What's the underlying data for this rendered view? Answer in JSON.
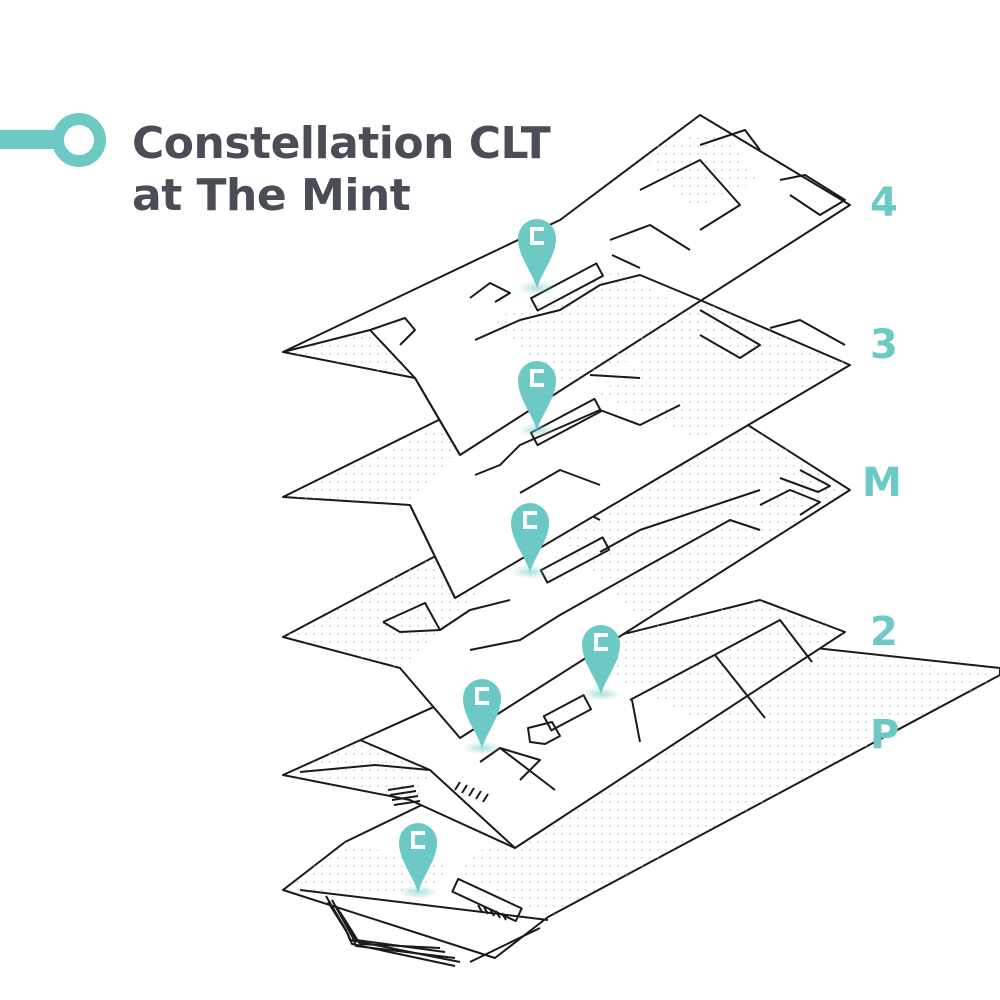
{
  "title": {
    "line1": "Constellation CLT",
    "line2": "at The Mint"
  },
  "floors": [
    {
      "label": "4"
    },
    {
      "label": "3"
    },
    {
      "label": "M"
    },
    {
      "label": "2"
    },
    {
      "label": "P"
    }
  ],
  "pins": {
    "icon": "c-logo-icon",
    "count": 6
  },
  "colors": {
    "accent": "#6cc9c4",
    "title_text": "#4a4c56",
    "line": "#1a1a1a",
    "dots": "#bcbcbc"
  }
}
